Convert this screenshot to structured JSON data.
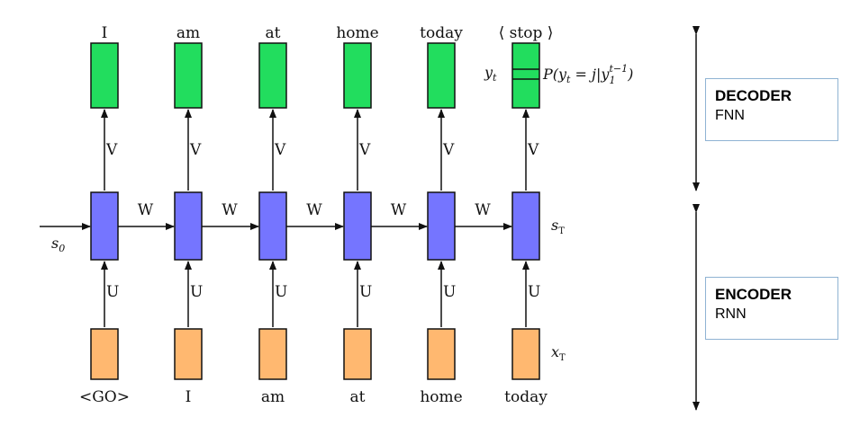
{
  "output_tokens": [
    "I",
    "am",
    "at",
    "home",
    "today",
    "⟨ stop ⟩"
  ],
  "input_tokens": [
    "<GO>",
    "I",
    "am",
    "at",
    "home",
    "today"
  ],
  "weights": {
    "output": "V",
    "recurrent": "W",
    "input": "U"
  },
  "math": {
    "initial_state": "s",
    "initial_state_sub": "0",
    "final_state": "s",
    "final_state_sub": "T",
    "final_input": "x",
    "final_input_sub": "T",
    "output_var": "y",
    "output_var_sub": "t",
    "probability": "P(y",
    "probability_mid": " = j|y",
    "probability_sup": "t−1",
    "probability_sub": "1",
    "probability_end": ")"
  },
  "panels": {
    "decoder": {
      "title": "DECODER",
      "subtitle": "FNN"
    },
    "encoder": {
      "title": "ENCODER",
      "subtitle": "RNN"
    }
  },
  "colors": {
    "output_box": "#22dd5e",
    "hidden_box": "#7575ff",
    "input_box": "#ffb870",
    "stroke": "#111111",
    "panel_border": "#8fb3d3"
  }
}
